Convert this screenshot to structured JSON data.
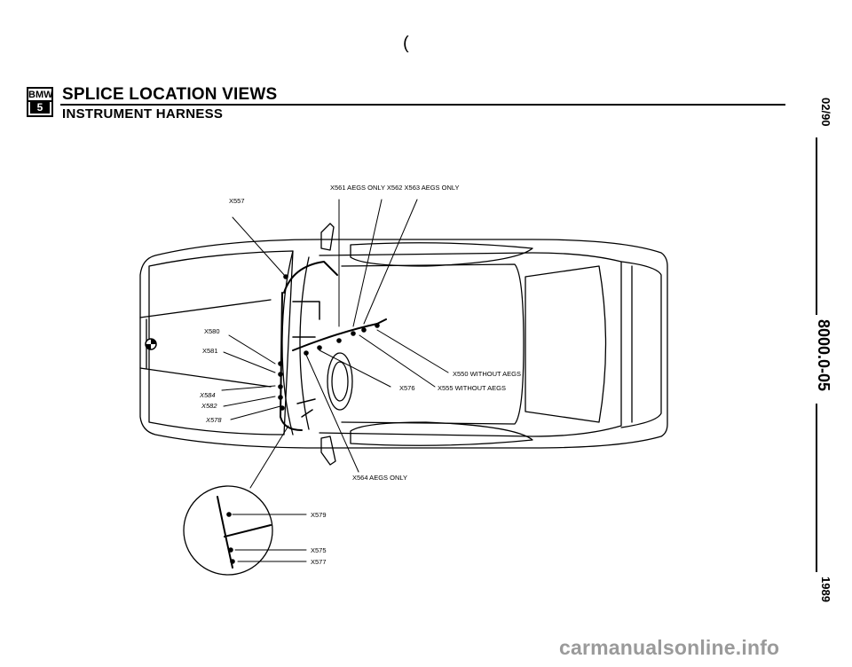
{
  "header": {
    "logo_text": "BMW",
    "logo_series": "5",
    "title": "SPLICE LOCATION VIEWS",
    "subtitle": "INSTRUMENT HARNESS",
    "paren": "("
  },
  "side": {
    "date": "02/90",
    "page_number": "8000.0-05",
    "year": "1989"
  },
  "labels": {
    "x557": "X557",
    "top_group": "X561  AEGS ONLY  X562  X563  AEGS ONLY",
    "x580": "X580",
    "x581": "X581",
    "x584": "X584",
    "x582": "X582",
    "x578": "X578",
    "x550": "X550    WITHOUT AEGS",
    "x576": "X576",
    "x555": "X555    WITHOUT AEGS",
    "x564": "X564    AEGS ONLY",
    "x579": "X579",
    "x575": "X575",
    "x577": "X577"
  },
  "watermark": "carmanualsonline.info"
}
